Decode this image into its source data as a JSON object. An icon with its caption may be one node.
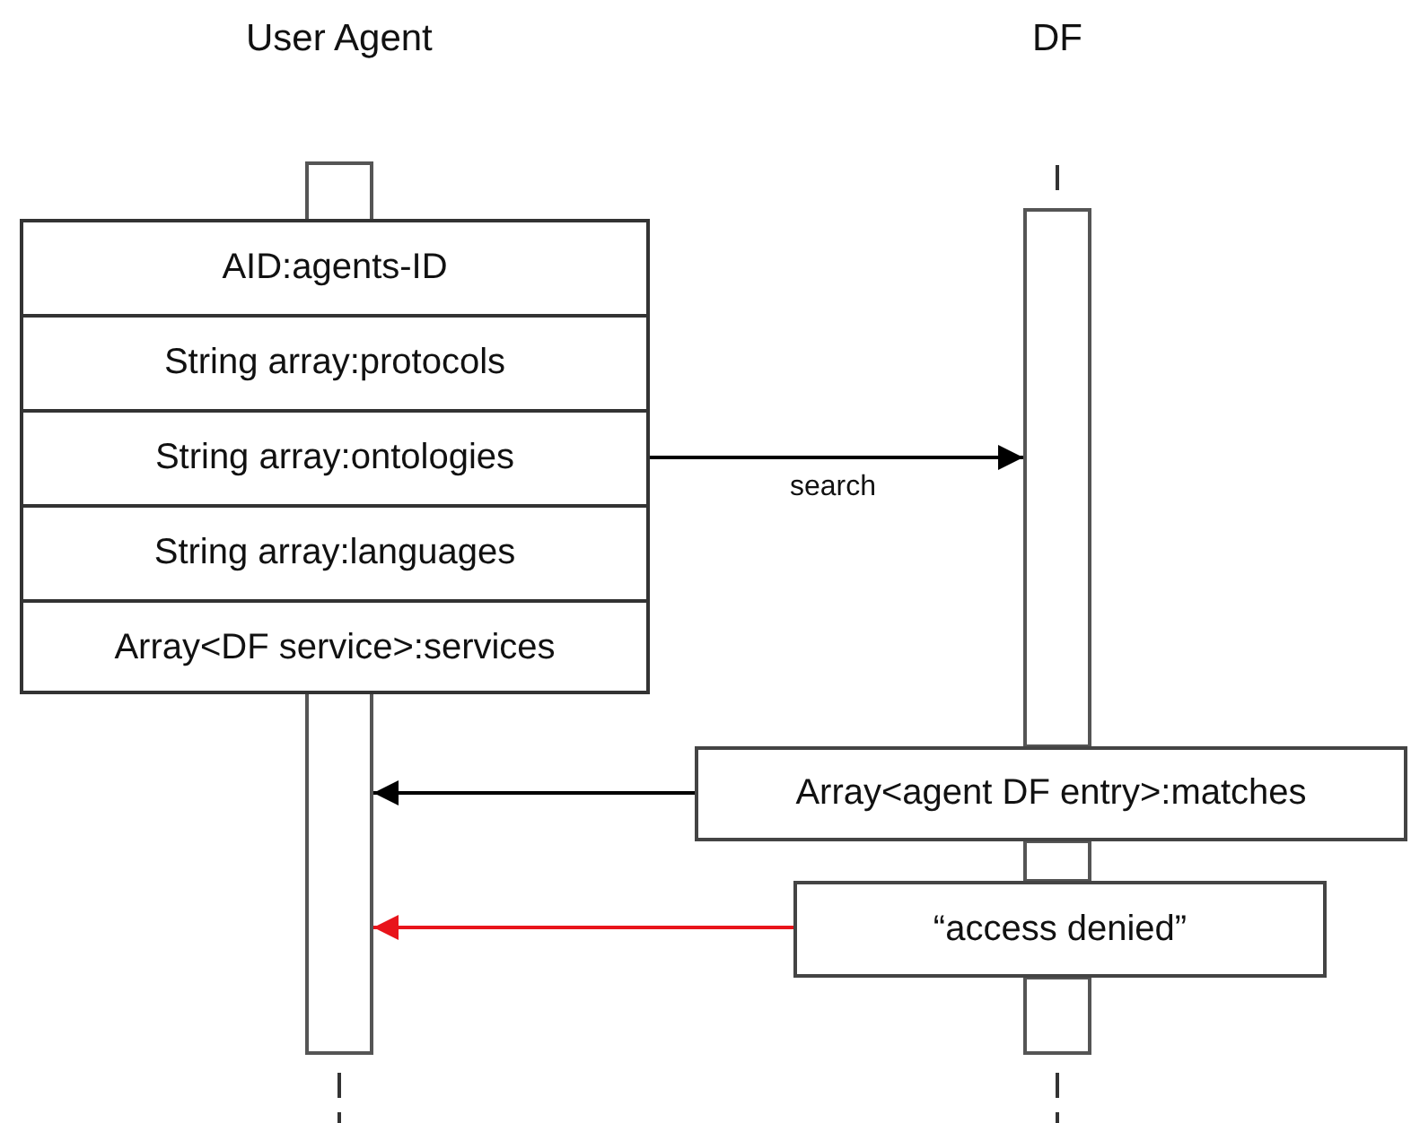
{
  "diagram": {
    "nodes": [
      {
        "text": [],
        "shape": "bar"
      },
      {
        "text": [],
        "shape": "bar"
      },
      {
        "text": [
          "AID:agents-ID",
          "String array:protocols",
          "String array:ontologies",
          "String array:languages",
          "Array<DF service>:services"
        ]
      },
      {
        "text": [
          "Array<agent DF entry>:matches"
        ]
      },
      {
        "text": [
          "“access denied”"
        ]
      }
    ],
    "edges": [
      {
        "from": 2,
        "to": 1,
        "arrow": "to",
        "label": "search"
      },
      {
        "from": 3,
        "to": 0,
        "arrow": "to"
      },
      {
        "from": 4,
        "to": 0,
        "arrow": "to",
        "color": "#e8141b"
      }
    ],
    "labels": [
      "User Agent",
      "DF"
    ]
  }
}
